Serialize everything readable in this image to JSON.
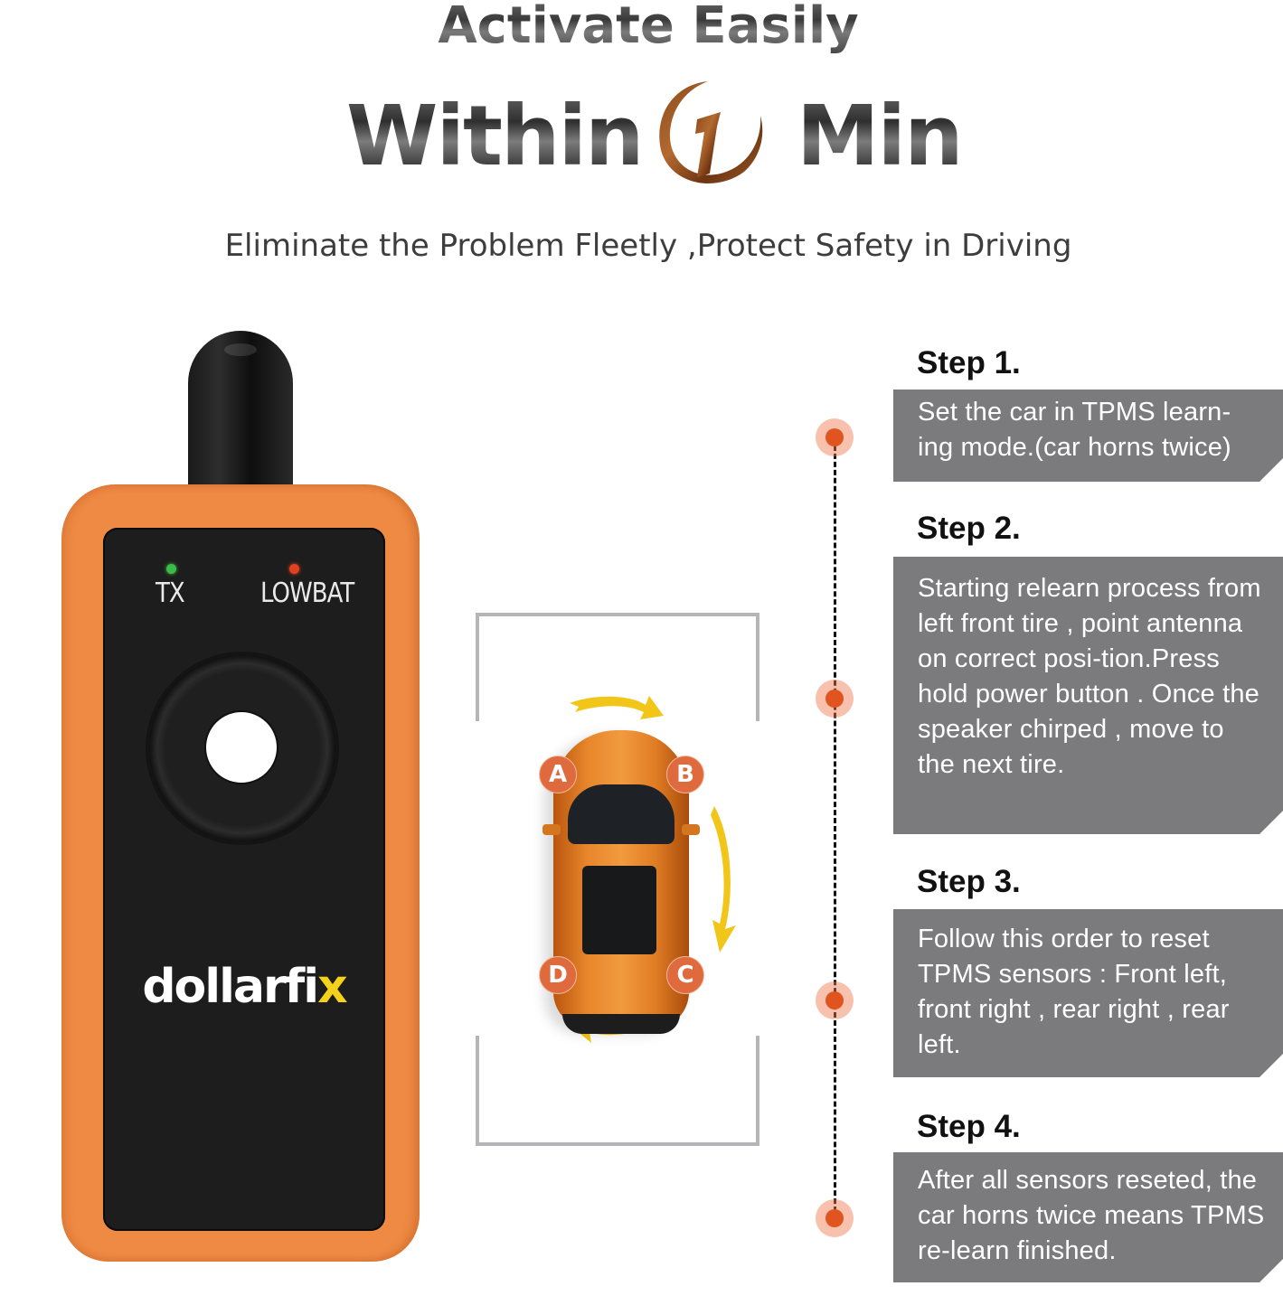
{
  "header": {
    "title_top": "Activate Easily",
    "title_within": "Within",
    "title_number": "1",
    "title_min": "Min",
    "subtitle": "Eliminate the Problem Fleetly ,Protect Safety in Driving"
  },
  "device": {
    "led_tx_label": "TX",
    "led_lowbat_label": "LOWBAT",
    "brand_main": "dollarfi",
    "brand_accent": "x",
    "colors": {
      "shell": "#ef8a44",
      "face": "#1d1d1d",
      "led_tx": "#3dbb4a",
      "led_lowbat": "#e3401f",
      "brand_accent": "#f3d21b"
    }
  },
  "car_diagram": {
    "tires": [
      {
        "id": "A",
        "label": "A",
        "position": "front left"
      },
      {
        "id": "B",
        "label": "B",
        "position": "front right"
      },
      {
        "id": "C",
        "label": "C",
        "position": "rear right"
      },
      {
        "id": "D",
        "label": "D",
        "position": "rear left"
      }
    ],
    "arrow_color": "#f2c619",
    "badge_color": "#de6a3e"
  },
  "steps": [
    {
      "title": "Step 1.",
      "text": "Set the car in TPMS learn-ing mode.(car horns twice)"
    },
    {
      "title": "Step 2.",
      "text": "Starting relearn process from left front tire , point antenna on correct posi-tion.Press hold power button . Once the speaker chirped , move to the next tire."
    },
    {
      "title": "Step 3.",
      "text": "Follow this order to reset TPMS sensors : Front left, front right , rear right , rear left."
    },
    {
      "title": "Step 4.",
      "text": "After all sensors reseted, the car horns twice means TPMS re-learn finished."
    }
  ],
  "colors": {
    "step_box": "#7b7b7e",
    "timeline_dot": "#e0541f",
    "timeline_halo": "#f0a488"
  }
}
